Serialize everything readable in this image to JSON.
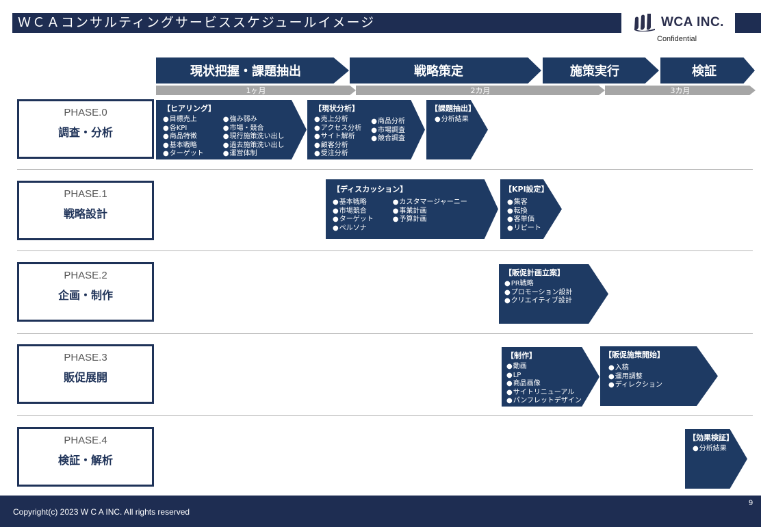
{
  "header": {
    "title": "ＷＣＡコンサルティングサービススケジュールイメージ",
    "logo_text": "WCA INC.",
    "confidential": "Confidential"
  },
  "stages": [
    {
      "label": "現状把握・課題抽出"
    },
    {
      "label": "戦略策定"
    },
    {
      "label": "施策実行"
    },
    {
      "label": "検証"
    }
  ],
  "months": [
    {
      "label": "1ヶ月"
    },
    {
      "label": "2カ月"
    },
    {
      "label": "3カ月"
    }
  ],
  "phases": [
    {
      "num": "PHASE.0",
      "name": "調査・分析"
    },
    {
      "num": "PHASE.1",
      "name": "戦略設計"
    },
    {
      "num": "PHASE.2",
      "name": "企画・制作"
    },
    {
      "num": "PHASE.3",
      "name": "販促展開"
    },
    {
      "num": "PHASE.4",
      "name": "検証・解析"
    }
  ],
  "tasks": {
    "hearing": {
      "title": "【ヒアリング】",
      "col1": [
        "目標売上",
        "各KPI",
        "商品特徴",
        "基本戦略",
        "ターゲット"
      ],
      "col2": [
        "強み弱み",
        "市場・競合",
        "現行施策洗い出し",
        "過去施策洗い出し",
        "運営体制"
      ]
    },
    "current_analysis": {
      "title": "【現状分析】",
      "col1": [
        "売上分析",
        "アクセス分析",
        "サイト解析",
        "顧客分析",
        "受注分析"
      ],
      "col2": [
        "商品分析",
        "市場調査",
        "競合調査"
      ]
    },
    "issue_extraction": {
      "title": "【課題抽出】",
      "col1": [
        "分析結果"
      ]
    },
    "discussion": {
      "title": "【ディスカッション】",
      "col1": [
        "基本戦略",
        "市場競合",
        "ターゲット",
        "ペルソナ"
      ],
      "col2": [
        "カスタマージャーニー",
        "事業計画",
        "予算計画"
      ]
    },
    "kpi": {
      "title": "【KPI設定】",
      "col1": [
        "集客",
        "転換",
        "客単価",
        "リピート"
      ]
    },
    "promo_plan": {
      "title": "【販促計画立案】",
      "col1": [
        "PR戦略",
        "プロモーション設計",
        "クリエイティブ設計"
      ]
    },
    "production": {
      "title": "【制作】",
      "col1": [
        "動画",
        "LP",
        "商品画像",
        "サイトリニューアル",
        "パンフレットデザイン"
      ]
    },
    "promo_start": {
      "title": "【販促施策開始】",
      "col1": [
        "入稿",
        "運用調整",
        "ディレクション"
      ]
    },
    "effect_verify": {
      "title": "【効果検証】",
      "col1": [
        "分析結果"
      ]
    }
  },
  "footer": {
    "copyright": "Copyright(c) 2023 W C A  INC. All rights reserved",
    "page": "9"
  },
  "colors": {
    "navy": "#1e2d52",
    "task_blue": "#1e3a63",
    "month_gray": "#a6a6a6"
  }
}
